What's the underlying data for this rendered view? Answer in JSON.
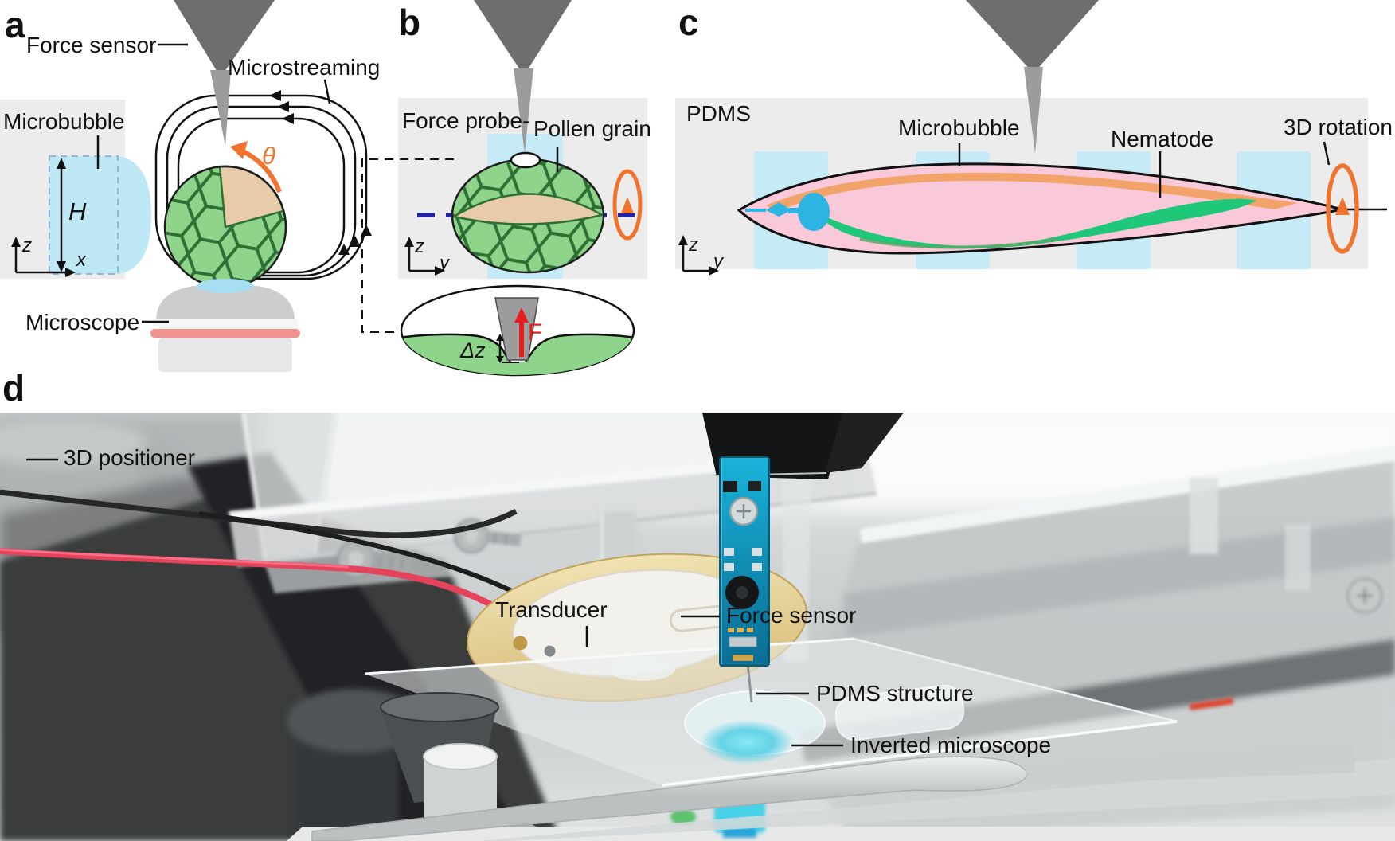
{
  "figure": {
    "panels": {
      "a": {
        "letter": "a",
        "labels": {
          "force_sensor": "Force sensor",
          "microstreaming": "Microstreaming",
          "microbubble": "Microbubble",
          "bubble_height": "H",
          "axis_v": "z",
          "axis_h": "x",
          "rotation_angle": "θ",
          "microscope": "Microscope"
        }
      },
      "b": {
        "letter": "b",
        "labels": {
          "force_probe": "Force probe-",
          "pollen_grain": "Pollen grain",
          "axis_v": "z",
          "axis_h": "y",
          "indentation": "Δz",
          "force": "F"
        }
      },
      "c": {
        "letter": "c",
        "labels": {
          "pdms": "PDMS",
          "microbubble": "Microbubble",
          "nematode": "Nematode",
          "rotation": "3D rotation",
          "axis_v": "z",
          "axis_h": "y"
        }
      },
      "d": {
        "letter": "d",
        "labels": {
          "positioner": "3D positioner",
          "transducer": "Transducer",
          "force_sensor": "Force sensor",
          "pdms_structure": "PDMS structure",
          "inverted_microscope": "Inverted microscope"
        }
      }
    },
    "colors": {
      "panel_background": "#ececec",
      "pollen_green": "#8ed48b",
      "pollen_cell_outline": "#2e7033",
      "pollen_intine_tan": "#e8cba9",
      "microbubble_blue": "#c6ebf7",
      "probe_dark_gray": "#6e6e6e",
      "probe_tip_gray": "#9c9c9c",
      "rotation_orange": "#f0742e",
      "axis_line_blue": "#2222aa",
      "force_arrow_red": "#e81c1c",
      "nematode_body_pink": "#f9c9da",
      "nematode_cuticle_orange": "#f2a36a",
      "nematode_intestine_green": "#1ec878",
      "nematode_pharynx_blue": "#2cb5e2",
      "objective_ring_red": "#f29390",
      "pcb_teal": "#15a7cf",
      "transducer_brass": "#e5cf96",
      "wire_red": "#e5435c"
    }
  }
}
